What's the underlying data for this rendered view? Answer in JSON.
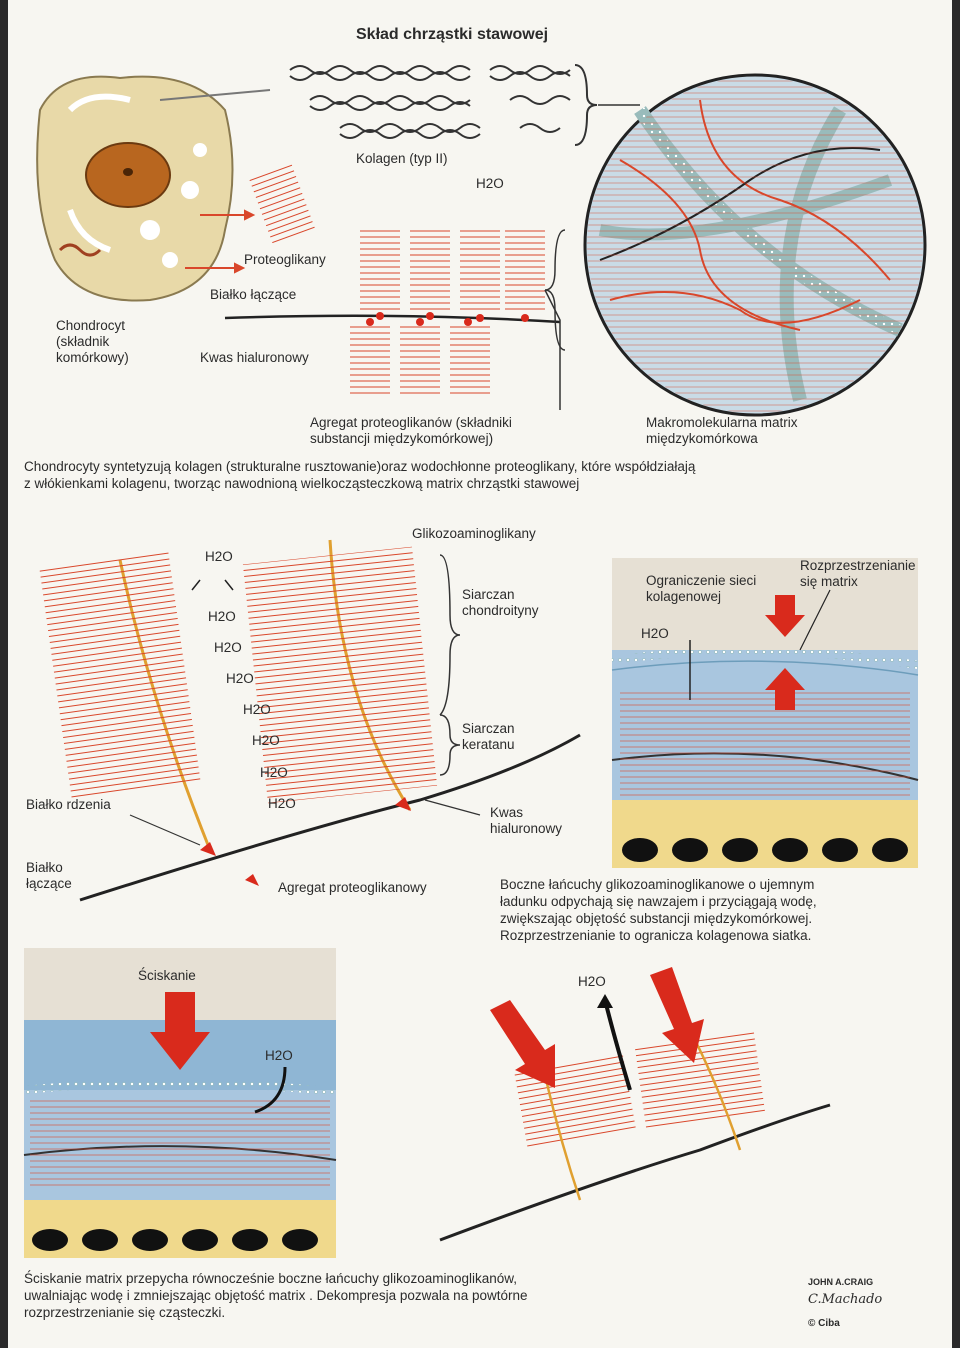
{
  "title": "Skład chrząstki stawowej",
  "labels": {
    "kolagen": "Kolagen (typ II)",
    "h2o": "H2O",
    "proteoglikany": "Proteoglikany",
    "bialko_laczace_top": "Białko łączące",
    "kwas_hialuronowy_top": "Kwas hialuronowy",
    "chondrocyt": "Chondrocyt\n(składnik\nkomórkowy)",
    "agregat_top": "Agregat proteoglikanów (składniki\nsubstancji międzykomórkowej)",
    "makromolekularna": "Makromolekularna matrix\nmiędzykomórkowa",
    "glikozo": "Glikozoaminoglikany",
    "siarczan_chondr": "Siarczan\nchondroityny",
    "siarczan_keratanu": "Siarczan\nkeratanu",
    "bialko_rdzenia": "Białko rdzenia",
    "kwas_hialuronowy_mid": "Kwas\nhialuronowy",
    "bialko_laczace_mid": "Białko\nłączące",
    "agregat_mid": "Agregat proteoglikanowy",
    "ograniczenie": "Ograniczenie sieci\nkolagenowej",
    "rozprzestrzenianie": "Rozprzestrzenianie\nsię matrix",
    "sciskanie": "Ściskanie",
    "signature_1": "JOHN A.CRAIG",
    "signature_2": "C.Machado",
    "copyright": "© Ciba"
  },
  "captions": {
    "caption_1": "Chondrocyty syntetyzują kolagen (strukturalne rusztowanie)oraz wodochłonne proteoglikany, które współdziałają\nz włókienkami kolagenu, tworząc nawodnioną wielkocząsteczkową matrix chrząstki stawowej",
    "caption_2": "Boczne łańcuchy glikozoaminoglikanowe o ujemnym\nładunku odpychają się nawzajem i przyciągają wodę,\nzwiększając objętość substancji międzykomórkowej.\nRozprzestrzenianie to ogranicza kolagenowa siatka.",
    "caption_3": "Ściskanie matrix przepycha równocześnie boczne łańcuchy glikozoaminoglikanów,\nuwalniając wodę i zmniejszając objętość matrix . Dekompresja pozwala na powtórne\nrozprzestrzenianie się cząsteczki."
  },
  "colors": {
    "red": "#d92a1c",
    "orange": "#e07a2a",
    "cell": "#e8d9a8",
    "blue": "#a9c6df",
    "green": "#7db36a",
    "bone": "#f0d98c"
  }
}
